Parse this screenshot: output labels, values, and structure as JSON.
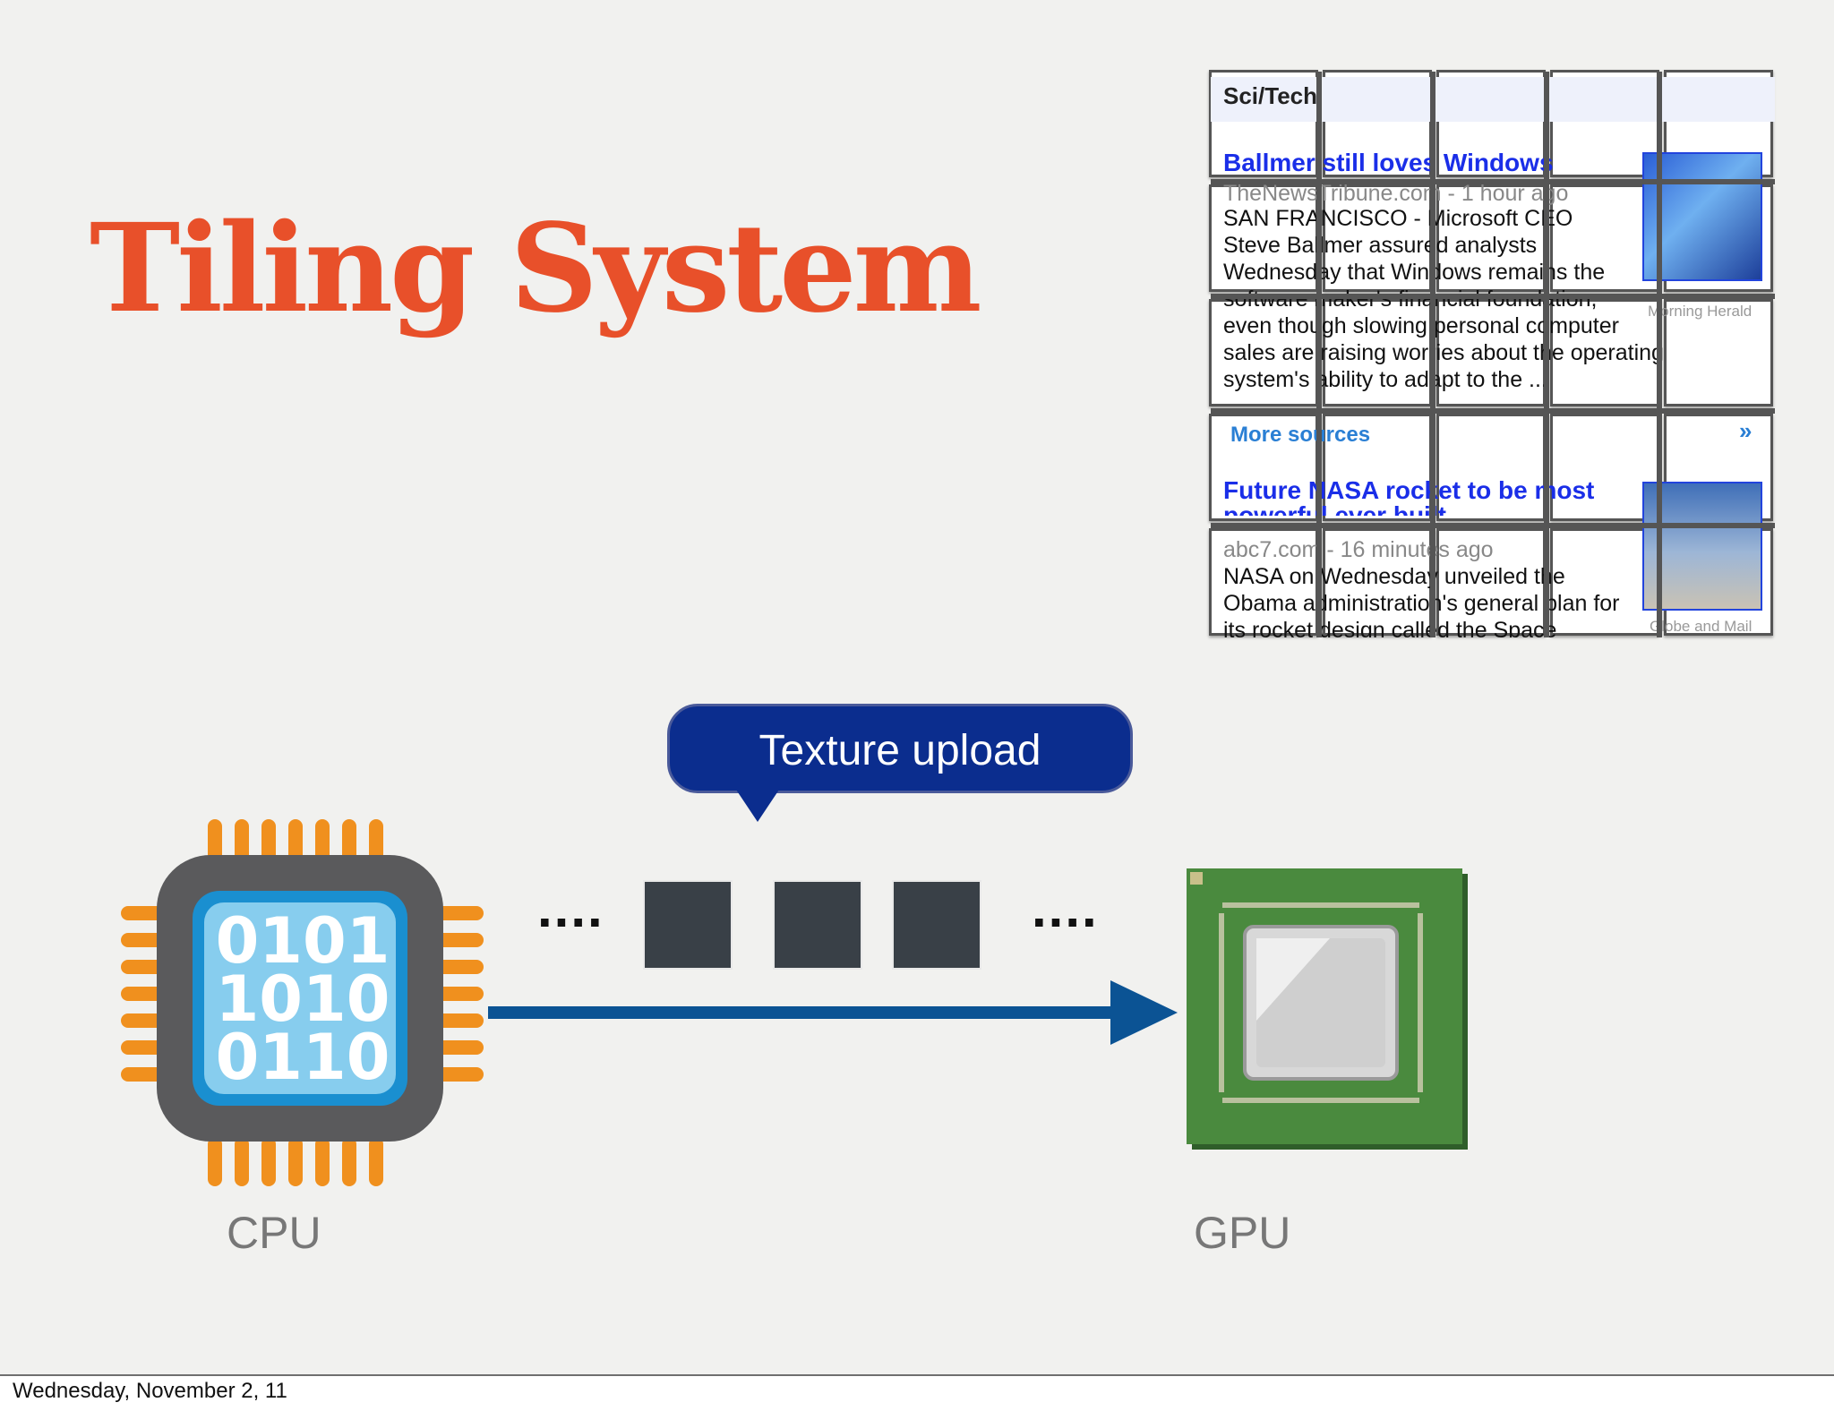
{
  "slide": {
    "title": "Tiling System",
    "footer": "Wednesday, November 2, 11",
    "callout": "Texture upload",
    "ellipsis_left": "....",
    "ellipsis_right": "....",
    "cpu_label": "CPU",
    "gpu_label": "GPU",
    "cpu_chip_lines": [
      "0101",
      "1010",
      "0110"
    ]
  },
  "news": {
    "section": "Sci/Tech",
    "story1": {
      "headline": "Ballmer still loves Windows",
      "source": "TheNewsTribune.com - 1 hour ago",
      "lines": [
        "SAN FRANCISCO - Microsoft CEO",
        "Steve Ballmer assured analysts",
        "Wednesday that Windows remains the",
        "software maker's financial foundation,",
        "even though slowing personal computer",
        "sales are raising worries about the operating",
        "system's ability to adapt to the ..."
      ],
      "image_caption": "Morning Herald"
    },
    "more_sources": "More sources",
    "more_icon": "double-chevron-down",
    "story2": {
      "headline": "Future NASA rocket to be most",
      "headline_cont": "powerful ever built",
      "source": "abc7.com - 16 minutes ago",
      "lines": [
        "NASA on Wednesday unveiled the",
        "Obama administration's general plan for",
        "its rocket design called the Space"
      ],
      "image_caption": "Globe and Mail"
    }
  },
  "colors": {
    "title": "#e8502a",
    "callout": "#0b2d8e",
    "arrow": "#0b5394",
    "block": "#394047",
    "cpu_pins": "#f0901e",
    "cpu_body": "#5a5a5c",
    "cpu_die": "#87cdee",
    "gpu_board": "#4a8a3e"
  }
}
